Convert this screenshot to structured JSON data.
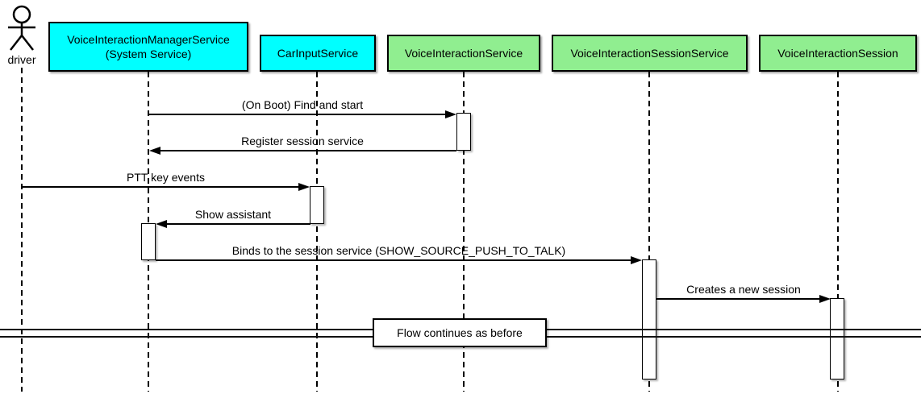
{
  "actor": {
    "name": "driver"
  },
  "participants": [
    {
      "label": "VoiceInteractionManagerService",
      "sublabel": "(System Service)",
      "fill": "#00FFFF"
    },
    {
      "label": "CarInputService",
      "sublabel": "",
      "fill": "#00FFFF"
    },
    {
      "label": "VoiceInteractionService",
      "sublabel": "",
      "fill": "#90EE90"
    },
    {
      "label": "VoiceInteractionSessionService",
      "sublabel": "",
      "fill": "#90EE90"
    },
    {
      "label": "VoiceInteractionSession",
      "sublabel": "",
      "fill": "#90EE90"
    }
  ],
  "messages": [
    {
      "label": "(On Boot) Find and start",
      "from": "VoiceInteractionManagerService (System Service)",
      "to": "VoiceInteractionService",
      "direction": "right"
    },
    {
      "label": "Register session service",
      "from": "VoiceInteractionService",
      "to": "VoiceInteractionManagerService (System Service)",
      "direction": "left"
    },
    {
      "label": "PTT key events",
      "from": "driver",
      "to": "CarInputService",
      "direction": "right"
    },
    {
      "label": "Show assistant",
      "from": "CarInputService",
      "to": "VoiceInteractionManagerService (System Service)",
      "direction": "left"
    },
    {
      "label": "Binds to the session service (SHOW_SOURCE_PUSH_TO_TALK)",
      "from": "VoiceInteractionManagerService (System Service)",
      "to": "VoiceInteractionSessionService",
      "direction": "right"
    },
    {
      "label": "Creates a new session",
      "from": "VoiceInteractionSessionService",
      "to": "VoiceInteractionSession",
      "direction": "right"
    }
  ],
  "divider": {
    "label": "Flow continues as before"
  },
  "colors": {
    "participant_cyan": "#00FFFF",
    "participant_green": "#90EE90",
    "border": "#000000",
    "line": "#000000",
    "background": "#FFFFFF"
  }
}
